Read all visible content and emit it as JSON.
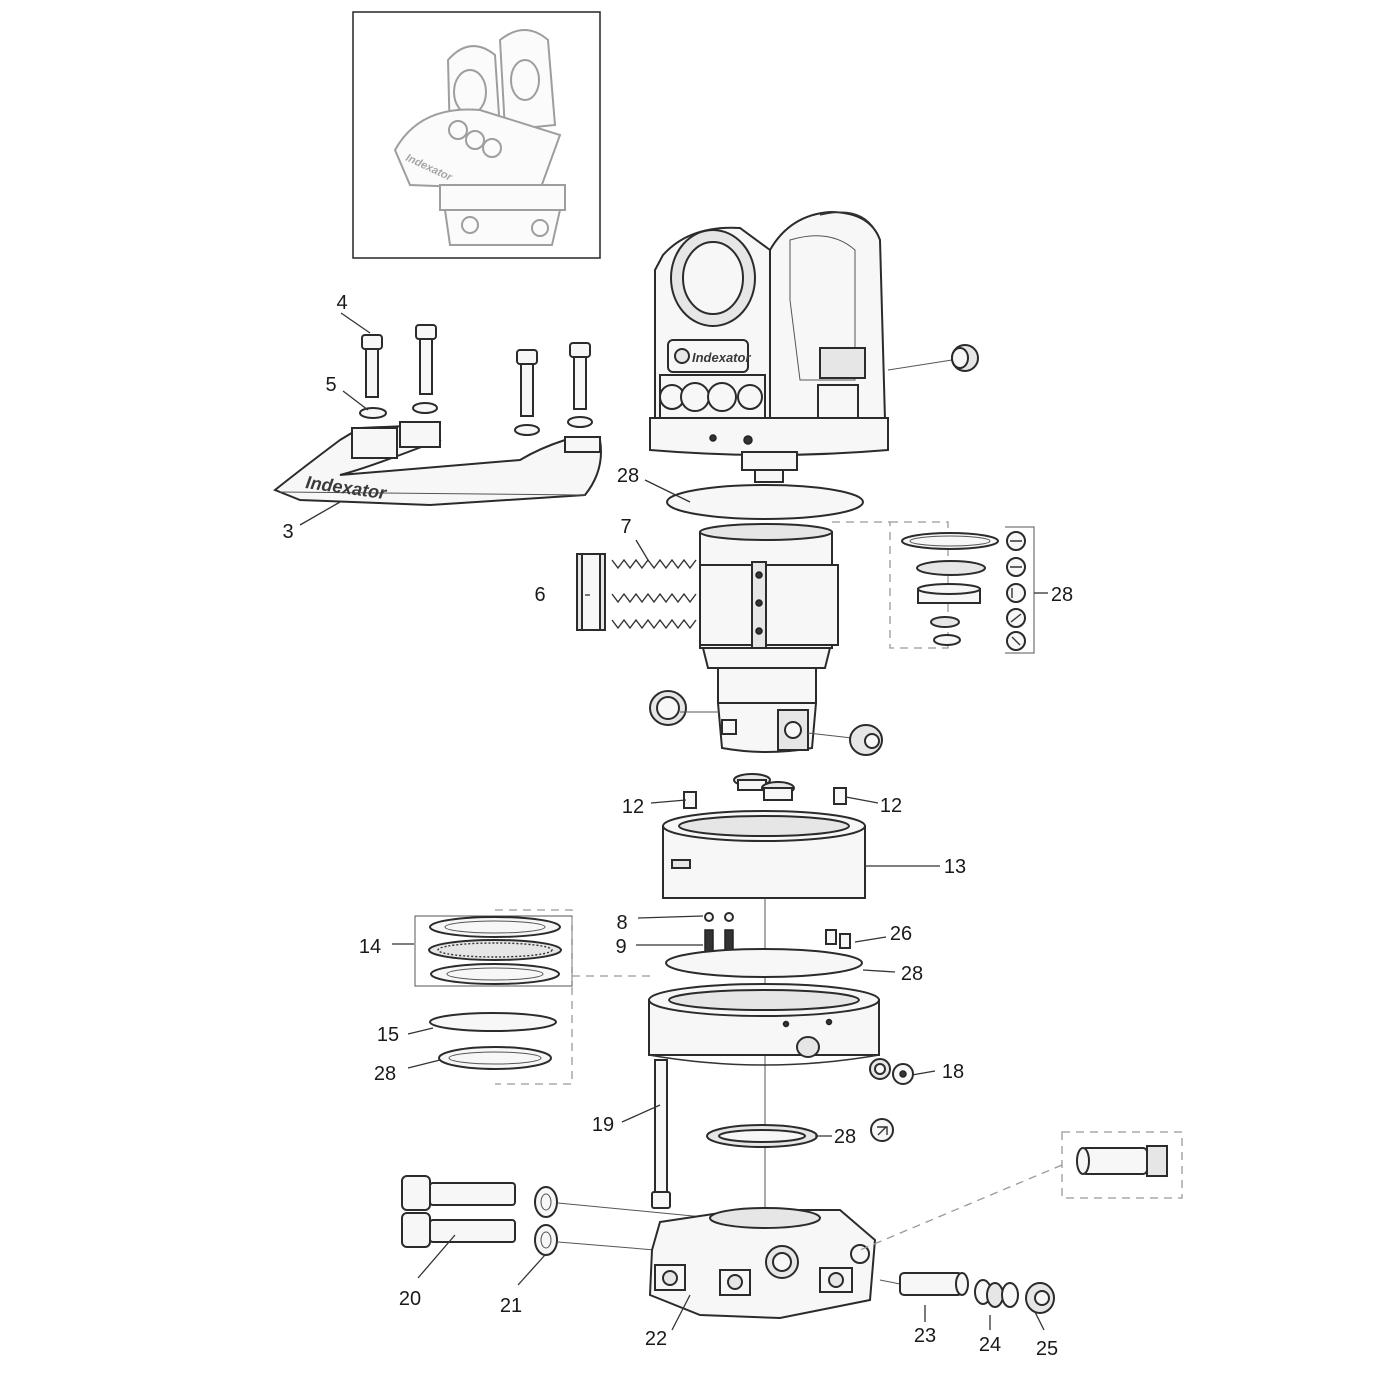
{
  "brand_text": "Indexator",
  "callouts": [
    {
      "key": "c3",
      "text": "3"
    },
    {
      "key": "c4",
      "text": "4"
    },
    {
      "key": "c5",
      "text": "5"
    },
    {
      "key": "c6",
      "text": "6"
    },
    {
      "key": "c7",
      "text": "7"
    },
    {
      "key": "c8",
      "text": "8"
    },
    {
      "key": "c9",
      "text": "9"
    },
    {
      "key": "c12a",
      "text": "12"
    },
    {
      "key": "c12b",
      "text": "12"
    },
    {
      "key": "c13",
      "text": "13"
    },
    {
      "key": "c14",
      "text": "14"
    },
    {
      "key": "c15",
      "text": "15"
    },
    {
      "key": "c18",
      "text": "18"
    },
    {
      "key": "c19",
      "text": "19"
    },
    {
      "key": "c20",
      "text": "20"
    },
    {
      "key": "c21",
      "text": "21"
    },
    {
      "key": "c22",
      "text": "22"
    },
    {
      "key": "c23",
      "text": "23"
    },
    {
      "key": "c24",
      "text": "24"
    },
    {
      "key": "c25",
      "text": "25"
    },
    {
      "key": "c26",
      "text": "26"
    },
    {
      "key": "c28a",
      "text": "28"
    },
    {
      "key": "c28b",
      "text": "28"
    },
    {
      "key": "c28c",
      "text": "28"
    },
    {
      "key": "c28d",
      "text": "28"
    },
    {
      "key": "c28e",
      "text": "28"
    }
  ]
}
